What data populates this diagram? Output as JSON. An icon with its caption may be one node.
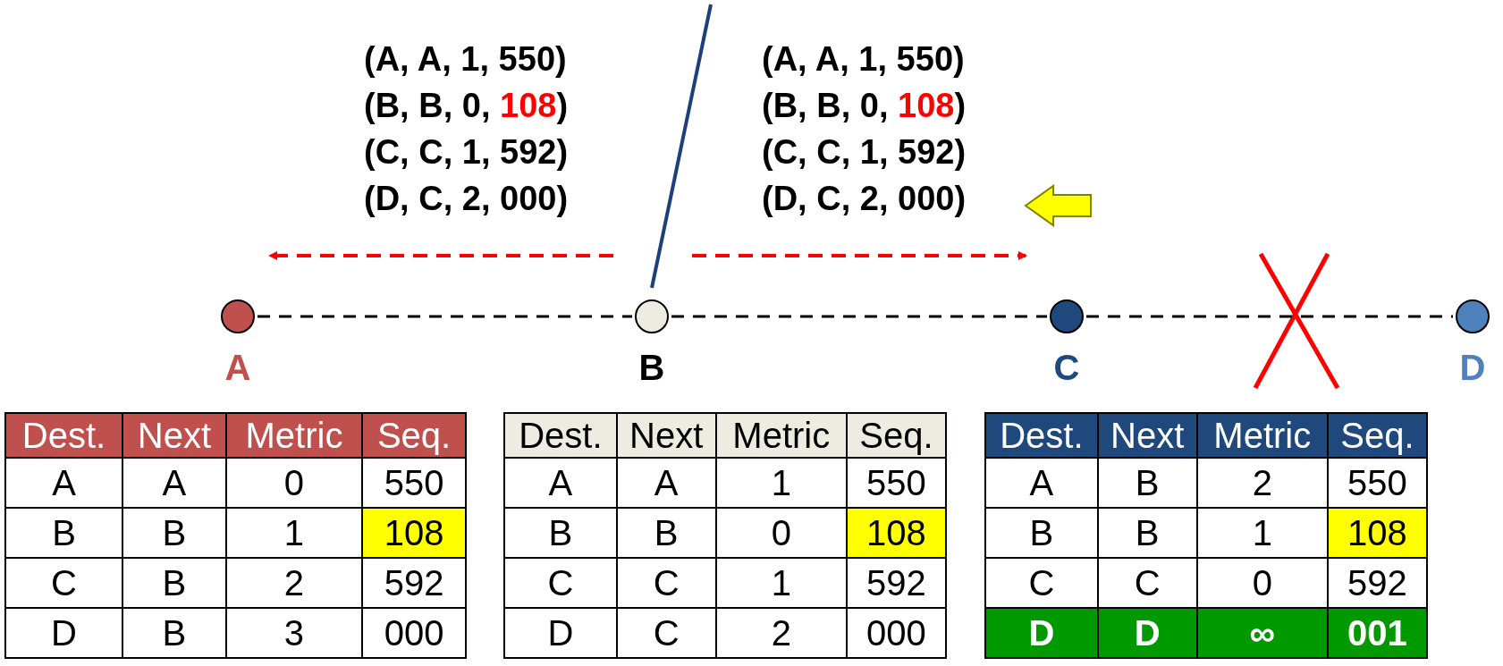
{
  "diagram": {
    "nodes": [
      {
        "text": [
          "A"
        ]
      },
      {
        "text": [
          "B"
        ]
      },
      {
        "text": [
          "C"
        ]
      },
      {
        "text": [
          "D"
        ]
      }
    ],
    "edges": [
      {
        "from": 0,
        "to": 1,
        "arrow": "none",
        "style": "dashed"
      },
      {
        "from": 1,
        "to": 2,
        "arrow": "none",
        "style": "dashed"
      },
      {
        "from": 2,
        "to": 3,
        "arrow": "none",
        "style": "dashed"
      }
    ],
    "labels": [
      "(A, A, 1, 550)",
      "(B, B, 0, 108)",
      "(C, C, 1, 592)",
      "(D, C, 2, 000)",
      "(A, A, 1, 550)",
      "(B, B, 0, 108)",
      "(C, C, 1, 592)",
      "(D, C, 2, 000)",
      "Dest.",
      "Next",
      "Metric",
      "Seq.",
      "A",
      "A",
      "0",
      "550",
      "B",
      "B",
      "1",
      "108",
      "C",
      "B",
      "2",
      "592",
      "D",
      "B",
      "3",
      "000",
      "Dest.",
      "Next",
      "Metric",
      "Seq.",
      "A",
      "A",
      "1",
      "550",
      "B",
      "B",
      "0",
      "108",
      "C",
      "C",
      "1",
      "592",
      "D",
      "C",
      "2",
      "000",
      "Dest.",
      "Next",
      "Metric",
      "Seq.",
      "A",
      "B",
      "2",
      "550",
      "B",
      "B",
      "1",
      "108",
      "C",
      "C",
      "0",
      "592",
      "D",
      "D",
      "∞",
      "001"
    ]
  }
}
